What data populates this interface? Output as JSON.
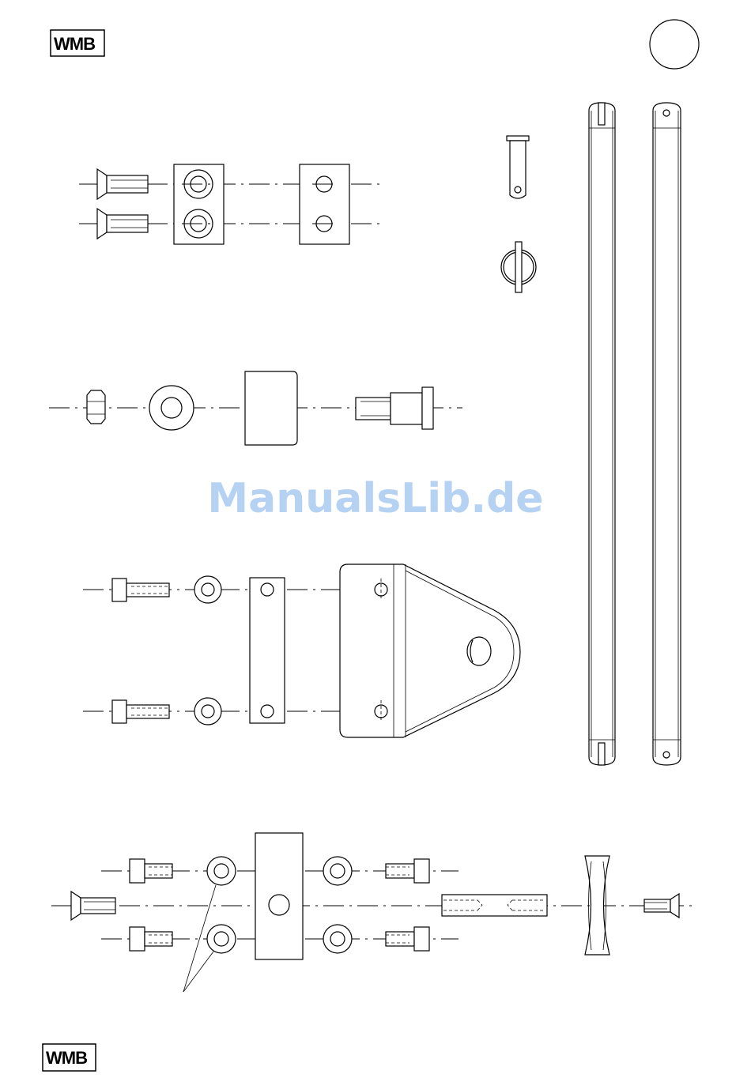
{
  "header": {
    "logo_text": "WMB"
  },
  "footer": {
    "logo_text": "WMB"
  },
  "watermark": {
    "text": "ManualsLib.de"
  }
}
